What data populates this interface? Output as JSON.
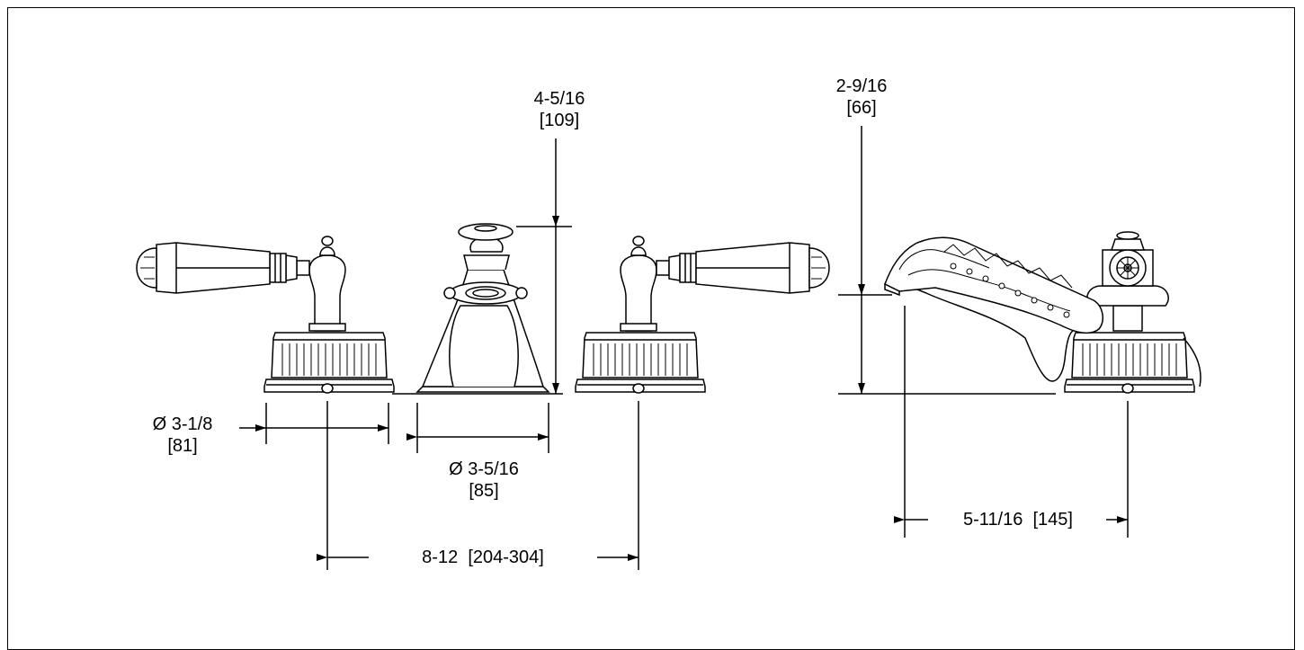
{
  "colors": {
    "line": "#000000",
    "background": "#ffffff"
  },
  "dimensions": {
    "spout_height": {
      "inch": "4-5/16",
      "mm": "[109]"
    },
    "handshower_height": {
      "inch": "2-9/16",
      "mm": "[66]"
    },
    "handle_base_diameter": {
      "inch": "Ø 3-1/8",
      "mm": "[81]"
    },
    "spout_base_diameter": {
      "inch": "Ø 3-5/16",
      "mm": "[85]"
    },
    "widespread_spacing": {
      "label": "8-12  [204-304]"
    },
    "handshower_reach": {
      "label": "5-11/16  [145]"
    }
  }
}
